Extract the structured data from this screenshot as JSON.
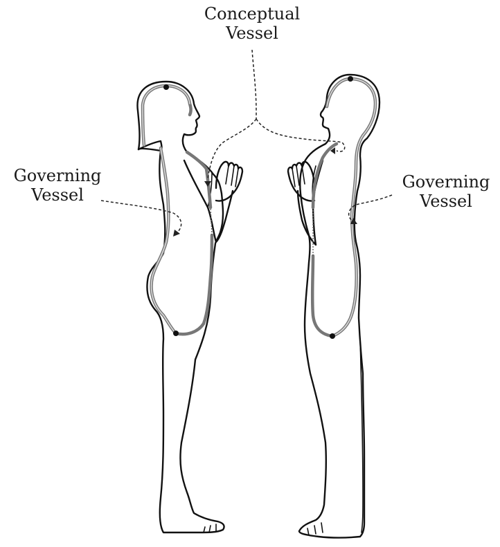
{
  "labels": {
    "conceptual_vessel": [
      "Conceptual",
      "Vessel"
    ],
    "governing_vessel_left": [
      "Governing",
      "Vessel"
    ],
    "governing_vessel_right": [
      "Governing",
      "Vessel"
    ]
  },
  "figures": [
    {
      "side": "left",
      "facing": "right",
      "hair": "long"
    },
    {
      "side": "right",
      "facing": "left",
      "hair": "short"
    }
  ],
  "colors": {
    "line": "#111111",
    "vessel": "#777777",
    "background": "#ffffff"
  }
}
